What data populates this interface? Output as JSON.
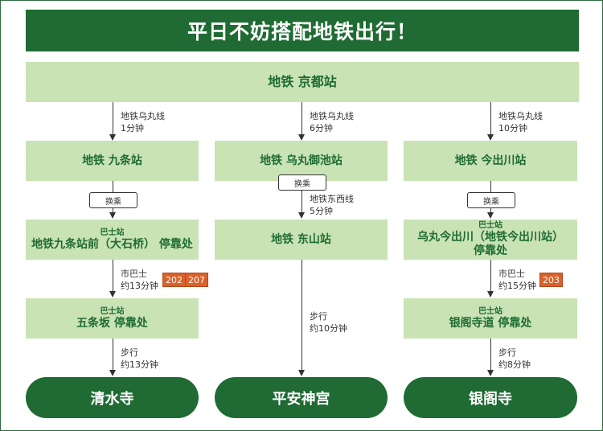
{
  "title": "平日不妨搭配地铁出行！",
  "start": "地铁 京都站",
  "colors": {
    "dark_green": "#1f6b33",
    "light_green": "#c9e3b4",
    "bus_badge": "#d9612b"
  },
  "routes": [
    {
      "seg1": {
        "line": "地铁乌丸线",
        "time": "1分钟"
      },
      "station1": "地铁 九条站",
      "transfer": "换乘",
      "stop2_tag": "巴士站",
      "stop2_line1": "地铁九条站前（大石桥） 停靠处",
      "seg2": {
        "line": "市巴士",
        "time": "约13分钟"
      },
      "bus_numbers": [
        "202",
        "207"
      ],
      "stop3_tag": "巴士站",
      "stop3_name": "五条坂 停靠处",
      "seg3": {
        "line": "步行",
        "time": "约13分钟"
      },
      "destination": "清水寺"
    },
    {
      "seg1": {
        "line": "地铁乌丸线",
        "time": "6分钟"
      },
      "station1": "地铁 乌丸御池站",
      "transfer": "换乘",
      "seg2": {
        "line": "地铁东西线",
        "time": "5分钟"
      },
      "station2": "地铁 东山站",
      "seg3": {
        "line": "步行",
        "time": "约10分钟"
      },
      "destination": "平安神宫"
    },
    {
      "seg1": {
        "line": "地铁乌丸线",
        "time": "10分钟"
      },
      "station1": "地铁 今出川站",
      "transfer": "换乘",
      "stop2_tag": "巴士站",
      "stop2_line1": "乌丸今出川（地铁今出川站）",
      "stop2_line2": "停靠处",
      "seg2": {
        "line": "市巴士",
        "time": "约15分钟"
      },
      "bus_numbers": [
        "203"
      ],
      "stop3_tag": "巴士站",
      "stop3_name": "银阁寺道 停靠处",
      "seg3": {
        "line": "步行",
        "time": "约8分钟"
      },
      "destination": "银阁寺"
    }
  ]
}
